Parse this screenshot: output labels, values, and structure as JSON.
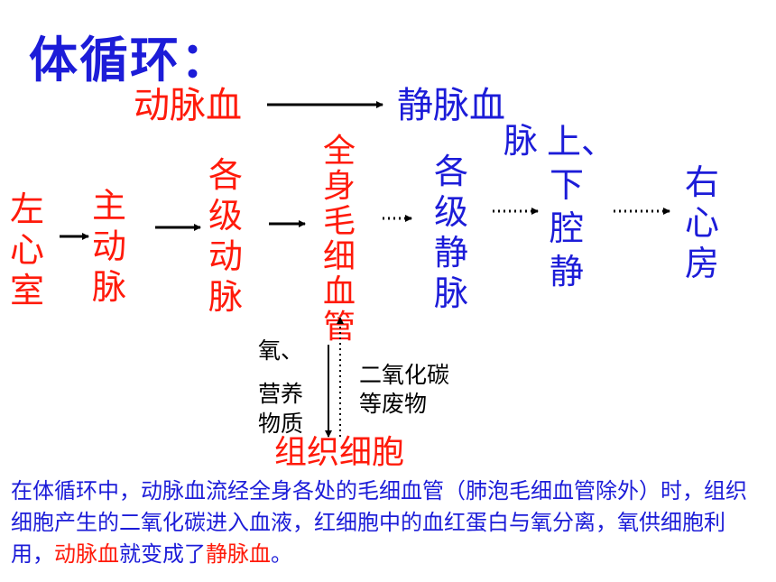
{
  "title": "体循环：",
  "top_flow": {
    "from": "动脉血",
    "to": "静脉血"
  },
  "chain": {
    "left_ventricle": "左心室",
    "aorta": "主动脉",
    "arteries": "各级动脉",
    "capillaries": "全身毛细血管",
    "veins": "各级静脉",
    "vena_cava_a": "上、下腔静",
    "vena_cava_b": "脉",
    "right_atrium": "右心房"
  },
  "exchange": {
    "down_1": "氧、",
    "down_2": "营养",
    "down_3": "物质",
    "up_1": "二氧化碳",
    "up_2": "等废物",
    "tissue": "组织细胞"
  },
  "paragraph": {
    "part1": "在体循环中，动脉血流经全身各处的毛细血管（肺泡毛细血管除外）时，组织细胞产生的二氧化碳进入血液，红细胞中的血红蛋白与氧分离，氧供细胞利用，",
    "highlight1": "动脉血",
    "part2": "就变成了",
    "highlight2": "静脉血",
    "part3": "。"
  },
  "colors": {
    "red": "#ff1a0a",
    "blue": "#1c1cd8",
    "black": "#000000"
  }
}
